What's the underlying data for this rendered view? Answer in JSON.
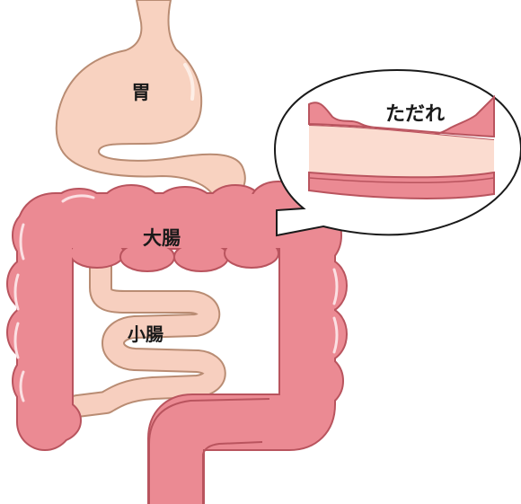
{
  "labels": {
    "stomach": "胃",
    "large_intestine": "大腸",
    "small_intestine": "小腸"
  },
  "callout": {
    "label": "ただれ"
  },
  "colors": {
    "stomach_fill": "#f8d2c0",
    "stomach_stroke": "#b98c73",
    "small_intestine_fill": "#f7cfbf",
    "large_intestine_fill": "#eb8a93",
    "large_intestine_stroke": "#b9545e",
    "highlight": "#fbe0e3",
    "mucosa_inner": "#fbdcd0",
    "outline": "#1a1a1a"
  }
}
